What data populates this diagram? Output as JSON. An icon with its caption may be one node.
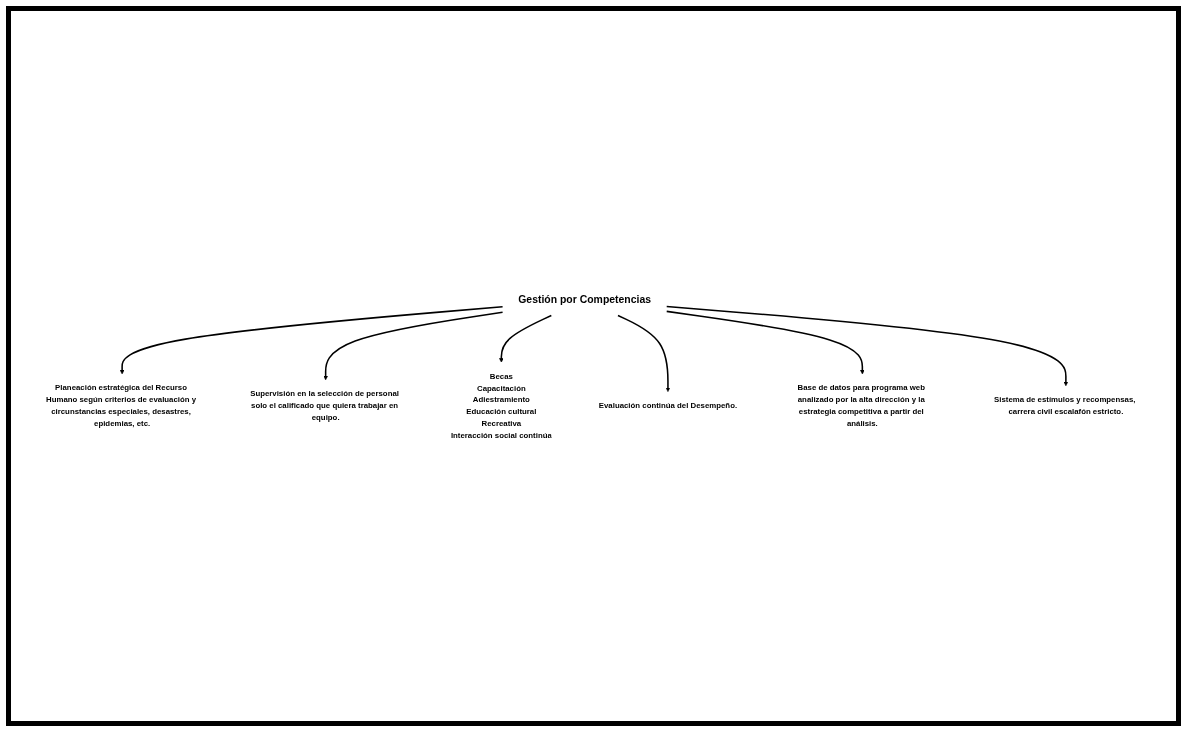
{
  "diagram": {
    "nodes": [
      {
        "text": [
          "Planeación estratégica del Recurso Humano según criterios de evaluación y circunstancias especiales, desastres, epidemias, etc."
        ]
      },
      {
        "text": [
          "Supervisión en la selección de personal solo el calificado que quiera trabajar en equipo."
        ]
      },
      {
        "text": [
          "Becas",
          "Capacitación",
          "Adiestramiento",
          "Educación cultural",
          "Recreativa",
          "Interacción social continúa"
        ]
      },
      {
        "text": [
          "Gestión por Competencias"
        ]
      },
      {
        "text": [
          "Evaluación continúa del Desempeño."
        ]
      },
      {
        "text": [
          "Sistema de estímulos y recompensas, carrera civil escalafón estricto."
        ]
      },
      {
        "text": [
          "Base de datos para programa web analizado por la alta dirección y la estrategia competitiva a partir del análisis."
        ]
      }
    ],
    "edges": [
      {
        "from": 3,
        "to": 0,
        "arrow": "to"
      },
      {
        "from": 3,
        "to": 1,
        "arrow": "to"
      },
      {
        "from": 3,
        "to": 2,
        "arrow": "to"
      },
      {
        "from": 3,
        "to": 4,
        "arrow": "to"
      },
      {
        "from": 3,
        "to": 6,
        "arrow": "to"
      },
      {
        "from": 3,
        "to": 5,
        "arrow": "to"
      }
    ]
  }
}
